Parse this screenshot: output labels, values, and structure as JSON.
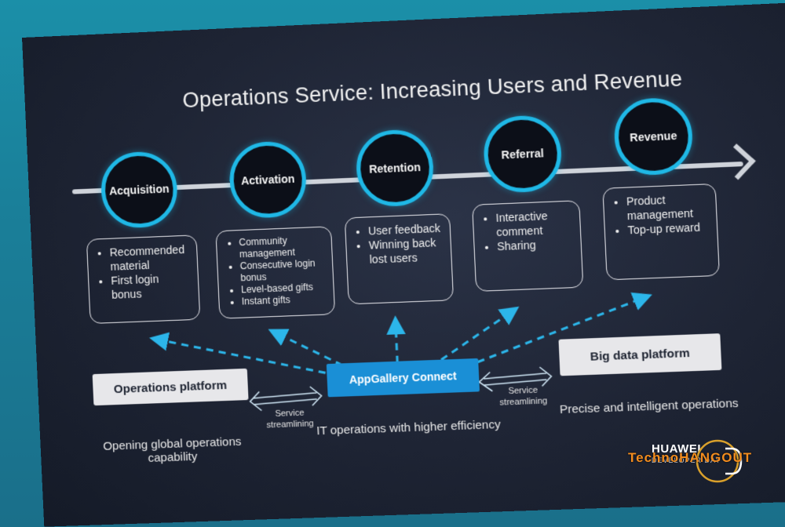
{
  "title": "Operations Service: Increasing Users and Revenue",
  "stages": [
    {
      "label": "Acquisition",
      "items": [
        "Recommended material",
        "First login bonus"
      ]
    },
    {
      "label": "Activation",
      "items": [
        "Community management",
        "Consecutive login bonus",
        "Level-based gifts",
        "Instant gifts"
      ]
    },
    {
      "label": "Retention",
      "items": [
        "User feedback",
        "Winning back lost users"
      ]
    },
    {
      "label": "Referral",
      "items": [
        "Interactive comment",
        "Sharing"
      ]
    },
    {
      "label": "Revenue",
      "items": [
        "Product management",
        "Top-up reward"
      ]
    }
  ],
  "platforms": {
    "left": {
      "label": "Operations platform",
      "caption": "Opening global operations capability"
    },
    "center": {
      "label": "AppGallery Connect",
      "caption": "IT operations with higher efficiency"
    },
    "right": {
      "label": "Big data platform",
      "caption": "Precise and intelligent operations"
    }
  },
  "service_streamlining": "Service streamlining",
  "brand": {
    "name": "HUAWEI",
    "sub": "DEVELOPER DAY",
    "watermark": "TechnoHANGOUT"
  },
  "colors": {
    "accent": "#1fb8e6",
    "connect": "#1a8fd6",
    "background": "#1e2434"
  }
}
